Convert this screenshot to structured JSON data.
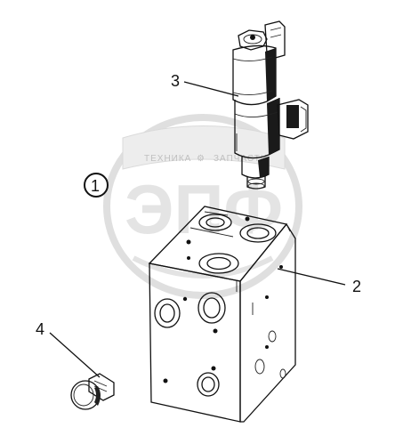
{
  "watermark": {
    "line1_left": "ТЕХНИКА",
    "line1_right": "ЗАПЧАСТИ",
    "emblem": "ЭПФ",
    "color": "#d0d0d0"
  },
  "callouts": {
    "c1": "1",
    "c2": "2",
    "c3": "3",
    "c4": "4"
  },
  "colors": {
    "ink": "#111111",
    "background": "#ffffff"
  }
}
